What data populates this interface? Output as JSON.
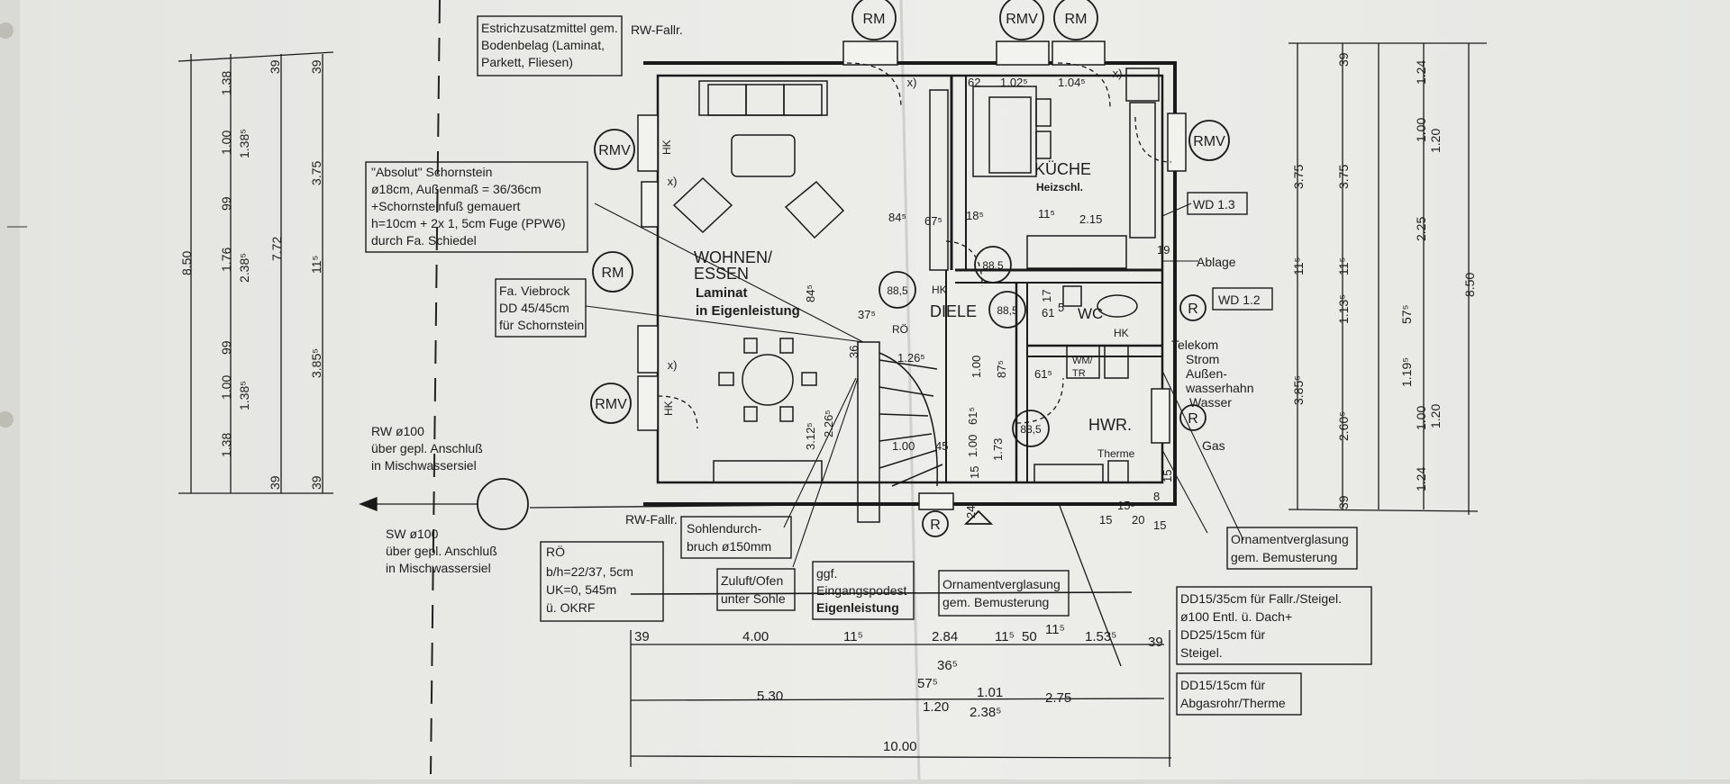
{
  "plan": {
    "room_labels": {
      "wohnen": "WOHNEN/",
      "essen": "ESSEN",
      "laminat": "Laminat",
      "eigenleistung": "in Eigenleistung",
      "kueche": "KÜCHE",
      "heizschl": "Heizschl.",
      "diele": "DIELE",
      "wc": "WC",
      "hwr": "HWR.",
      "therme": "Therme",
      "wmtr_1": "WM/",
      "wmtr_2": "TR",
      "hk": "HK",
      "ro": "RÖ"
    },
    "symbols": {
      "rm": "RM",
      "rmv": "RMV",
      "r": "R",
      "x": "x)"
    },
    "notes": {
      "estrich": [
        "Estrichzusatzmittel gem.",
        "Bodenbelag (Laminat,",
        "Parkett, Fliesen)"
      ],
      "rw_fallr": "RW-Fallr.",
      "schornstein": [
        "\"Absolut\" Schornstein",
        "ø18cm, Außenmaß = 36/36cm",
        "+Schornsteinfuß gemauert",
        "h=10cm + 2x 1, 5cm Fuge (PPW6)",
        "durch Fa. Schiedel"
      ],
      "viebrock": [
        "Fa. Viebrock",
        "DD 45/45cm",
        "für Schornstein"
      ],
      "rw_left": [
        "RW ø100",
        "über gepl. Anschluß",
        "in Mischwassersiel"
      ],
      "sw_left": [
        "SW ø100",
        "über gepl. Anschluß",
        "in Mischwassersiel"
      ],
      "ro_box": [
        "RÖ",
        "b/h=22/37, 5cm",
        "UK=0, 545m",
        "ü. OKRF"
      ],
      "sohlen": [
        "Sohlendurch-",
        "bruch ø150mm"
      ],
      "zuluft": [
        "Zuluft/Ofen",
        "unter Sohle"
      ],
      "podest": [
        "ggf.",
        "Eingangspodest",
        "Eigenleistung"
      ],
      "ornament_bottom": [
        "Ornamentverglasung",
        "gem. Bemusterung"
      ],
      "ornament_right": [
        "Ornamentverglasung",
        "gem. Bemusterung"
      ],
      "wd13": "WD 1.3",
      "wd12": "WD 1.2",
      "ablage": "Ablage",
      "anschluss": [
        "Telekom",
        "Strom",
        "Außen-",
        "wasserhahn",
        "Wasser"
      ],
      "gas": "Gas",
      "dd_big": [
        "DD15/35cm für Fallr./Steigel.",
        "ø100 Entl. ü. Dach+",
        "DD25/15cm für",
        "Steigel."
      ],
      "dd_small": [
        "DD15/15cm für",
        "Abgasrohr/Therme"
      ]
    },
    "dims": {
      "left_overall": "8.50",
      "left_inner": "7.72",
      "left_chain_a": [
        "1.38",
        "1.00",
        "99",
        "1.76",
        "99",
        "1.00",
        "1.38"
      ],
      "left_chain_b": [
        "1.38⁵",
        "2.38⁵",
        "1.38⁵"
      ],
      "left_chain_c": [
        "39",
        "3.75",
        "11⁵",
        "3.85⁵",
        "39"
      ],
      "left_tick_39": "39",
      "right_overall": "8.50",
      "right_chain_a": [
        "1.24",
        "1.00",
        "2.25",
        "1.20",
        "1.00",
        "1.24"
      ],
      "right_chain_b": [
        "1.20",
        "57⁵",
        "1.19⁵",
        "1.20"
      ],
      "right_chain_c": [
        "39",
        "3.75",
        "11⁵",
        "1.13⁵",
        "2.60⁵",
        "39"
      ],
      "right_chain_d": [
        "3.75",
        "11⁵",
        "3.85⁵"
      ],
      "bottom_chain_1": [
        "39",
        "4.00",
        "11⁵",
        "2.84",
        "11⁵",
        "50",
        "11⁵",
        "1.53⁵",
        "39"
      ],
      "bottom_chain_2": [
        "5.30",
        "57⁵",
        "36⁵",
        "1.20",
        "1.01",
        "2.38⁵",
        "2.75"
      ],
      "bottom_overall": "10.00",
      "inner": {
        "k1": "62",
        "k2": "1.02⁵",
        "k3": "1.04⁵",
        "k4": "84⁵",
        "k5": "67⁵",
        "k6": "18⁵",
        "k7": "11⁵",
        "k8": "2.15",
        "k9": "19",
        "d1": "88,5",
        "d2": "88,5",
        "d3": "88,5",
        "d4": "88,5",
        "d5": "88,5",
        "s1": "84⁵",
        "s2": "37⁵",
        "s3": "36",
        "s4": "1.26⁵",
        "s5": "3.12⁵",
        "s6": "2.26⁵",
        "s7": "1.00",
        "s8": "45",
        "s9": "15",
        "h1": "1.00",
        "h2": "87⁵",
        "h3": "61⁵",
        "h4": "1.00",
        "h5": "1.73",
        "h6": "61⁵",
        "h7": "17",
        "h8": "61",
        "h9": "5",
        "h10": "24",
        "w1": "15",
        "w2": "15⁵",
        "w3": "20",
        "w4": "15",
        "w5": "8",
        "w6": "15"
      }
    }
  }
}
